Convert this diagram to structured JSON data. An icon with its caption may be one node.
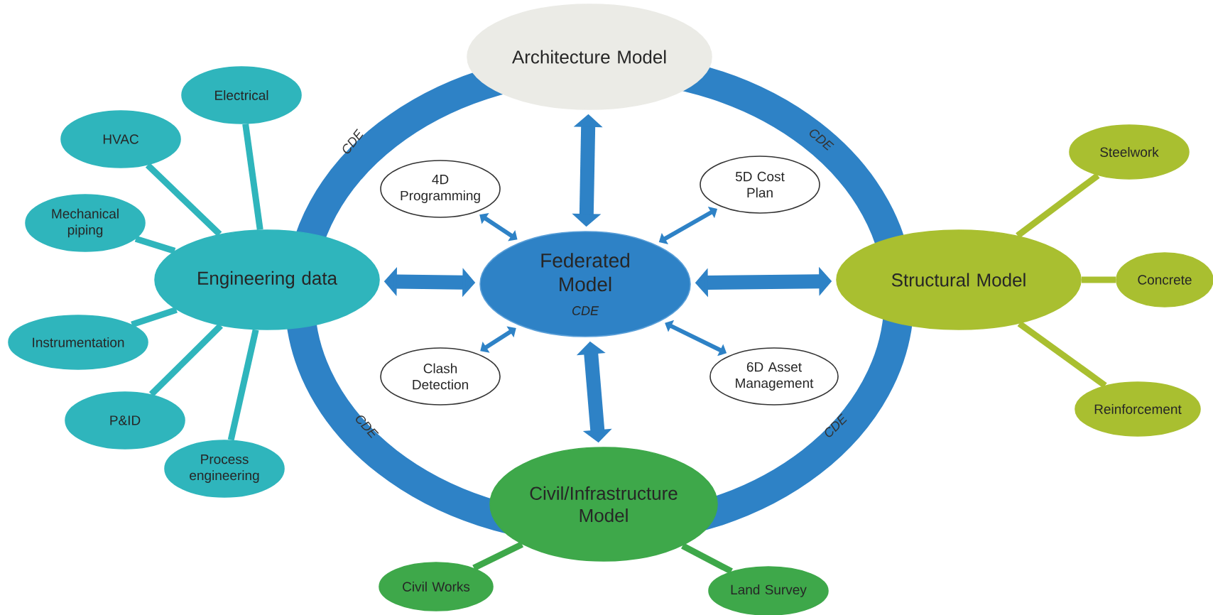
{
  "diagram": {
    "nodes": [
      {
        "text": [
          "Architecture Model"
        ]
      },
      {
        "text": [
          "Federated Model",
          "CDE"
        ]
      },
      {
        "text": [
          "Engineering data"
        ]
      },
      {
        "text": [
          "Structural Model"
        ]
      },
      {
        "text": [
          "Civil/Infrastructure Model"
        ]
      },
      {
        "text": [
          "4D Programming"
        ]
      },
      {
        "text": [
          "5D Cost Plan"
        ]
      },
      {
        "text": [
          "Clash Detection"
        ]
      },
      {
        "text": [
          "6D Asset Management"
        ]
      },
      {
        "text": [
          "Electrical"
        ]
      },
      {
        "text": [
          "HVAC"
        ]
      },
      {
        "text": [
          "Mechanical piping"
        ]
      },
      {
        "text": [
          "Instrumentation"
        ]
      },
      {
        "text": [
          "P&ID"
        ]
      },
      {
        "text": [
          "Process engineering"
        ]
      },
      {
        "text": [
          "Steelwork"
        ]
      },
      {
        "text": [
          "Concrete"
        ]
      },
      {
        "text": [
          "Reinforcement"
        ]
      },
      {
        "text": [
          "Civil Works"
        ]
      },
      {
        "text": [
          "Land Survey"
        ]
      }
    ],
    "edges": [
      {
        "from": 1,
        "to": 0,
        "arrow": "both",
        "style": "thick"
      },
      {
        "from": 2,
        "to": 1,
        "arrow": "both",
        "style": "thick"
      },
      {
        "from": 1,
        "to": 3,
        "arrow": "both",
        "style": "thick"
      },
      {
        "from": 1,
        "to": 4,
        "arrow": "both",
        "style": "thick"
      },
      {
        "from": 1,
        "to": 5,
        "arrow": "both"
      },
      {
        "from": 1,
        "to": 6,
        "arrow": "both"
      },
      {
        "from": 1,
        "to": 7,
        "arrow": "both"
      },
      {
        "from": 1,
        "to": 8,
        "arrow": "both"
      },
      {
        "from": 2,
        "to": 9,
        "arrow": "none",
        "color": "#2fb5bc"
      },
      {
        "from": 2,
        "to": 10,
        "arrow": "none",
        "color": "#2fb5bc"
      },
      {
        "from": 2,
        "to": 11,
        "arrow": "none",
        "color": "#2fb5bc"
      },
      {
        "from": 2,
        "to": 12,
        "arrow": "none",
        "color": "#2fb5bc"
      },
      {
        "from": 2,
        "to": 13,
        "arrow": "none",
        "color": "#2fb5bc"
      },
      {
        "from": 2,
        "to": 14,
        "arrow": "none",
        "color": "#2fb5bc"
      },
      {
        "from": 3,
        "to": 15,
        "arrow": "none",
        "color": "#a9bf30"
      },
      {
        "from": 3,
        "to": 16,
        "arrow": "none",
        "color": "#a9bf30"
      },
      {
        "from": 3,
        "to": 17,
        "arrow": "none",
        "color": "#a9bf30"
      },
      {
        "from": 4,
        "to": 18,
        "arrow": "none",
        "color": "#3ea84a"
      },
      {
        "from": 4,
        "to": 19,
        "arrow": "none",
        "color": "#3ea84a"
      }
    ],
    "labels": [
      "CDE",
      "CDE",
      "CDE",
      "CDE"
    ]
  }
}
